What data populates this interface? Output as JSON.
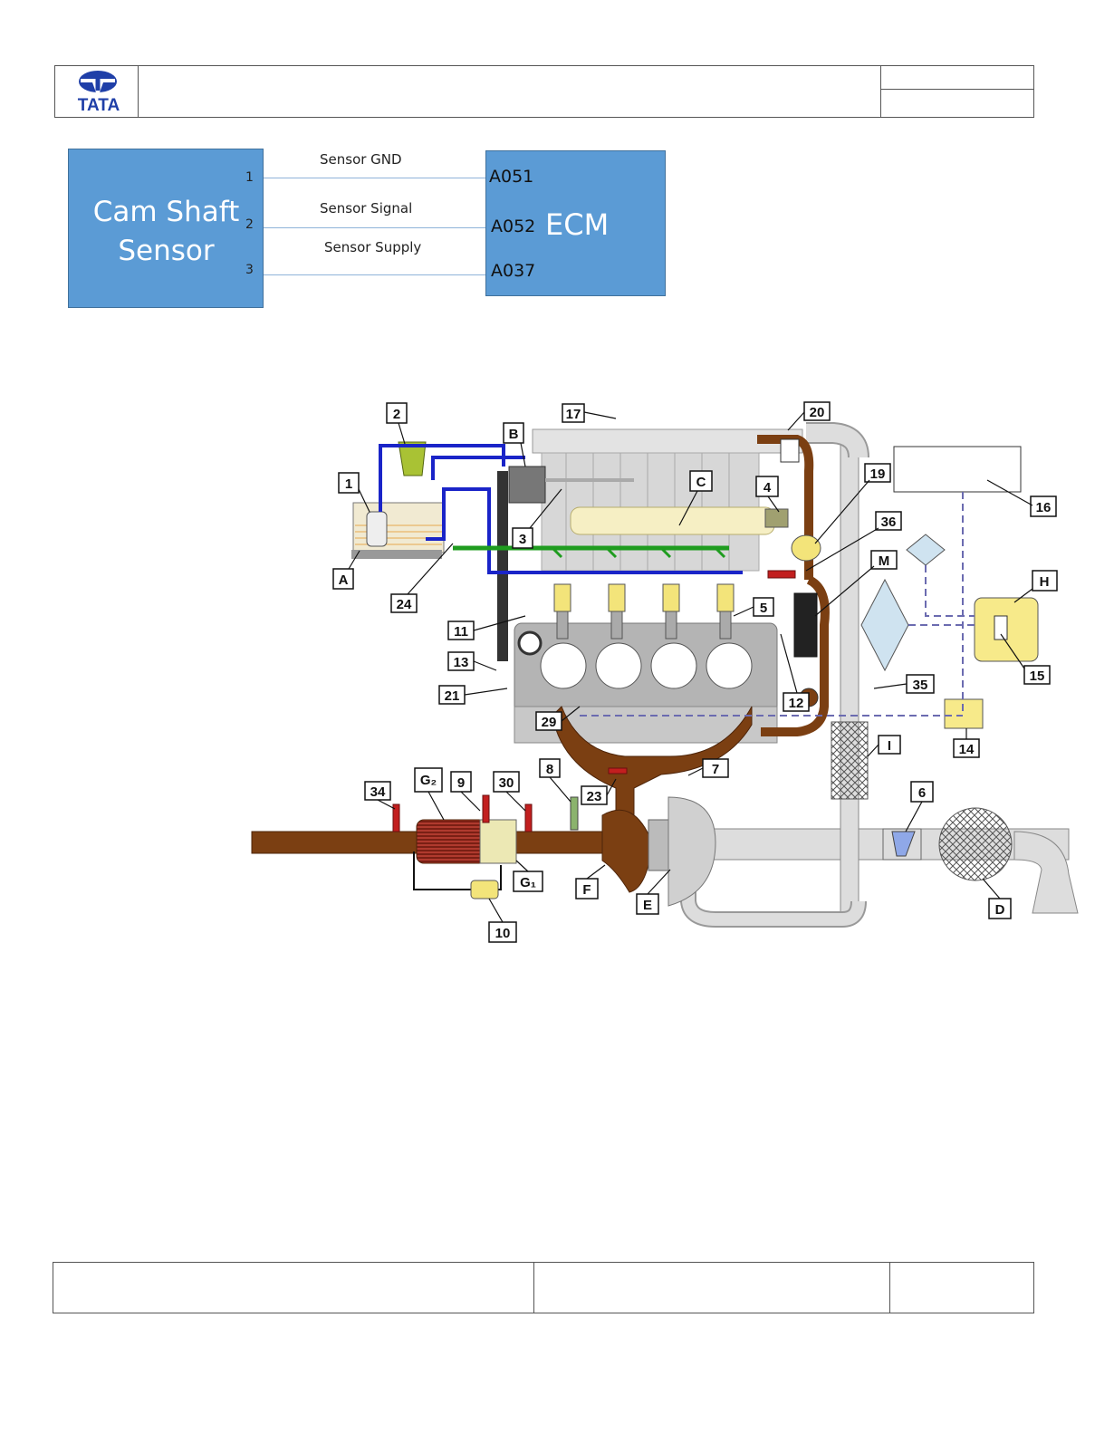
{
  "header": {
    "logo_text": "TATA"
  },
  "sensor_block": {
    "title": "Cam Shaft Sensor",
    "pins": [
      "1",
      "2",
      "3"
    ]
  },
  "ecm_block": {
    "title": "ECM",
    "pins": [
      "A051",
      "A052",
      "A037"
    ]
  },
  "wires": [
    {
      "label": "Sensor GND"
    },
    {
      "label": "Sensor Signal"
    },
    {
      "label": "Sensor Supply"
    }
  ],
  "engine_diagram": {
    "callouts": [
      "1",
      "2",
      "3",
      "4",
      "5",
      "6",
      "7",
      "8",
      "9",
      "10",
      "11",
      "12",
      "13",
      "14",
      "15",
      "16",
      "17",
      "19",
      "20",
      "21",
      "23",
      "24",
      "29",
      "30",
      "34",
      "35",
      "36",
      "A",
      "B",
      "C",
      "D",
      "E",
      "F",
      "G2",
      "G1",
      "H",
      "I",
      "M"
    ]
  },
  "colors": {
    "block_fill": "#5b9bd5",
    "exhaust": "#7b3f12",
    "fuel_line": "#1a24c8",
    "return_line": "#1f9c1f",
    "rail": "#f6efc4"
  }
}
